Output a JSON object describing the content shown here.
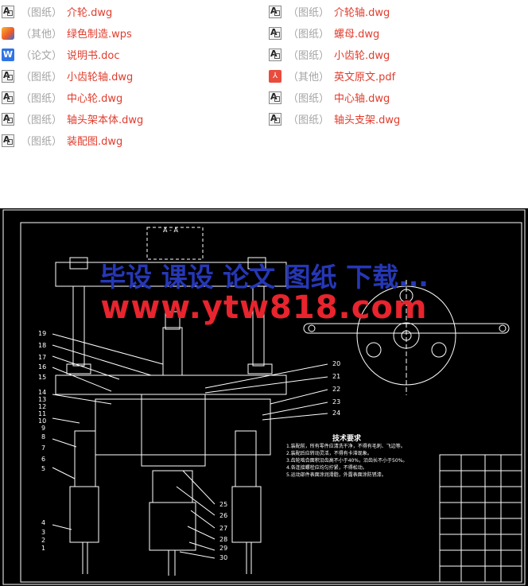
{
  "files": {
    "left": [
      {
        "category": "（图纸）",
        "name": "介轮.dwg",
        "icon": "dwg-icon"
      },
      {
        "category": "（其他）",
        "name": "绿色制造.wps",
        "icon": "wps-icon"
      },
      {
        "category": "（论文）",
        "name": "说明书.doc",
        "icon": "doc-icon"
      },
      {
        "category": "（图纸）",
        "name": "小齿轮轴.dwg",
        "icon": "dwg-icon"
      },
      {
        "category": "（图纸）",
        "name": "中心轮.dwg",
        "icon": "dwg-icon"
      },
      {
        "category": "（图纸）",
        "name": "轴头架本体.dwg",
        "icon": "dwg-icon"
      },
      {
        "category": "（图纸）",
        "name": "装配图.dwg",
        "icon": "dwg-icon"
      }
    ],
    "right": [
      {
        "category": "（图纸）",
        "name": "介轮轴.dwg",
        "icon": "dwg-icon"
      },
      {
        "category": "（图纸）",
        "name": "螺母.dwg",
        "icon": "dwg-icon"
      },
      {
        "category": "（图纸）",
        "name": "小齿轮.dwg",
        "icon": "dwg-icon"
      },
      {
        "category": "（其他）",
        "name": "英文原文.pdf",
        "icon": "pdf-icon"
      },
      {
        "category": "（图纸）",
        "name": "中心轴.dwg",
        "icon": "dwg-icon"
      },
      {
        "category": "（图纸）",
        "name": "轴头支架.dwg",
        "icon": "dwg-icon"
      }
    ]
  },
  "doc_icon_glyph": "W",
  "pdf_icon_glyph": "⅄",
  "preview": {
    "watermark_top": "毕设 课设 论文 图纸 下载...",
    "watermark_url": "www.ytw818.com",
    "section_label": "A - A",
    "tech_title": "技术要求",
    "tech_lines": [
      "1.装配前，所有零件应清洗干净，不得有毛刺、飞边等。",
      "2.装配后应转动灵活，不得有卡滞现象。",
      "3.齿轮啮合面积沿齿高不小于40%，沿齿长不小于50%。",
      "4.各连接螺栓应均匀拧紧，不得松动。",
      "5.运动部件表面涂润滑脂，外露表面涂防锈漆。"
    ],
    "part_numbers_left": [
      "19",
      "18",
      "17",
      "16",
      "15",
      "14",
      "13",
      "12",
      "11",
      "10",
      "9",
      "8",
      "7",
      "6",
      "5",
      "4",
      "3",
      "2",
      "1"
    ],
    "part_numbers_right": [
      "20",
      "21",
      "22",
      "23",
      "24"
    ],
    "part_numbers_bottom": [
      "25",
      "26",
      "27",
      "28",
      "29",
      "30"
    ],
    "colors": {
      "background": "#000000",
      "line": "#ffffff",
      "watermark_blue": "#2637b6",
      "watermark_red": "#e8242e",
      "file_red": "#e03c2d",
      "category_gray": "#a5a5a5"
    }
  }
}
